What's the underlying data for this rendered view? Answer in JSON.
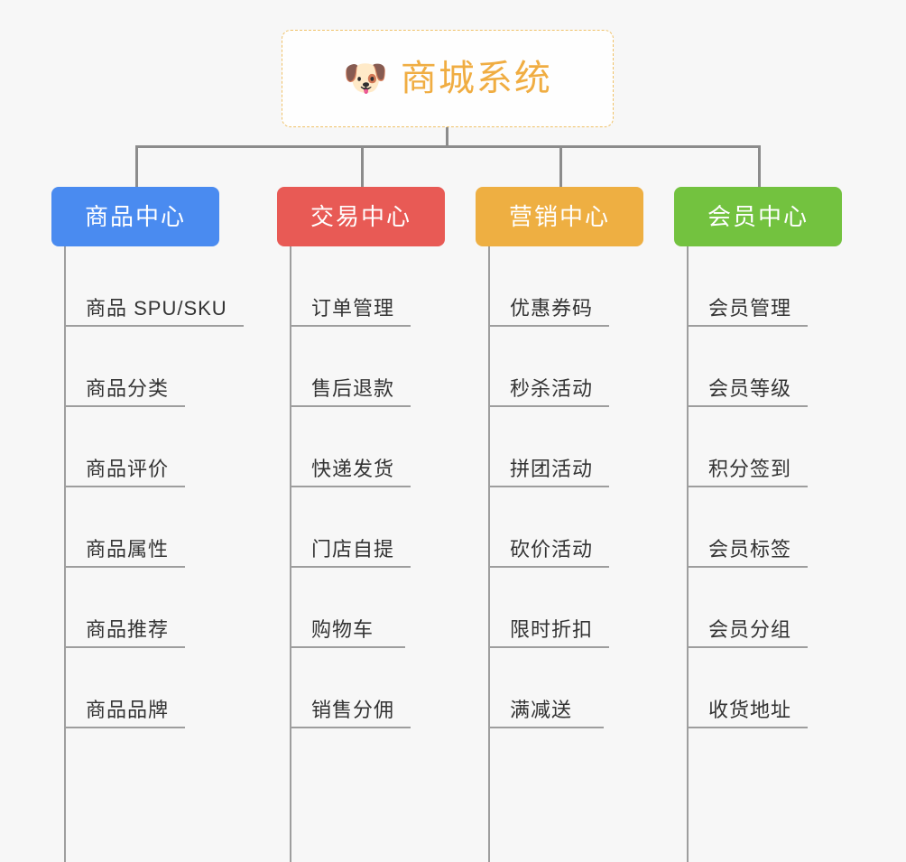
{
  "root": {
    "icon": "shiba-dog-emoji",
    "emoji": "🐶",
    "title": "商城系统",
    "border_color": "#f0c268",
    "text_color": "#f0ad42",
    "background": "#fefefe"
  },
  "canvas": {
    "background": "#f7f7f7",
    "connector_color": "#8c8c8c",
    "divider_color": "#9e9e9e"
  },
  "columns": [
    {
      "id": "product-center",
      "label": "商品中心",
      "color": "#4a8bf0",
      "items": [
        "商品 SPU/SKU",
        "商品分类",
        "商品评价",
        "商品属性",
        "商品推荐",
        "商品品牌"
      ]
    },
    {
      "id": "trade-center",
      "label": "交易中心",
      "color": "#e85a55",
      "items": [
        "订单管理",
        "售后退款",
        "快递发货",
        "门店自提",
        "购物车",
        "销售分佣"
      ]
    },
    {
      "id": "marketing-center",
      "label": "营销中心",
      "color": "#eeaf42",
      "items": [
        "优惠券码",
        "秒杀活动",
        "拼团活动",
        "砍价活动",
        "限时折扣",
        "满减送"
      ]
    },
    {
      "id": "member-center",
      "label": "会员中心",
      "color": "#73c23f",
      "items": [
        "会员管理",
        "会员等级",
        "积分签到",
        "会员标签",
        "会员分组",
        "收货地址"
      ]
    }
  ]
}
